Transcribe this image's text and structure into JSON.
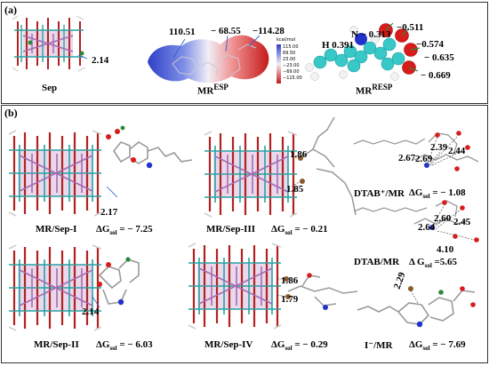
{
  "panel_a": {
    "label": "(a)",
    "sep": {
      "caption": "Sep",
      "distance": "2.14"
    },
    "esp": {
      "caption": "MR",
      "caption_sup": "ESP",
      "values": [
        "110.51",
        "− 68.55",
        "−114.28"
      ],
      "legend_unit": "kcal/mol",
      "legend_values": [
        "115.00",
        "69.50",
        "23.00",
        "−23.00",
        "−69.00",
        "−115.00"
      ]
    },
    "resp": {
      "caption": "MR",
      "caption_sup": "RESP",
      "charges": {
        "n": "N − 0.313",
        "h": "H 0.391",
        "o1": "−0.511",
        "o2": "−0.574",
        "o3": "− 0.635",
        "o4": "− 0.669"
      }
    }
  },
  "panel_b": {
    "label": "(b)",
    "systems": [
      {
        "id": "mr-sep-i",
        "name": "MR/Sep-I",
        "dg_label": "ΔG",
        "dg_sub": "sol",
        "dg_value": " = − 7.25",
        "distances": [
          "2.17"
        ]
      },
      {
        "id": "mr-sep-iii",
        "name": "MR/Sep-III",
        "dg_label": "ΔG",
        "dg_sub": "sol",
        "dg_value": " = − 0.21",
        "distances": [
          "1.86",
          "1.85"
        ]
      },
      {
        "id": "dtab-plus-mr",
        "name": "DTAB⁺/MR",
        "dg_label": "ΔG",
        "dg_sub": "sol",
        "dg_value": " = − 1.08",
        "distances": [
          "2.67",
          "2.69",
          "2.39",
          "2.44"
        ]
      },
      {
        "id": "dtab-mr",
        "name": "DTAB/MR",
        "dg_label": "Δ G",
        "dg_sub": "sol",
        "dg_value": " =5.65",
        "distances": [
          "2.64",
          "2.60",
          "2.45",
          "4.10"
        ]
      },
      {
        "id": "mr-sep-ii",
        "name": "MR/Sep-II",
        "dg_label": "ΔG",
        "dg_sub": "sol",
        "dg_value": " = − 6.03",
        "distances": [
          "2.14"
        ]
      },
      {
        "id": "mr-sep-iv",
        "name": "MR/Sep-IV",
        "dg_label": "ΔG",
        "dg_sub": "sol",
        "dg_value": " = − 0.29",
        "distances": [
          "1.86",
          "1.79"
        ]
      },
      {
        "id": "i-minus-mr",
        "name": "I⁻/MR",
        "dg_label": "ΔG",
        "dg_sub": "sol",
        "dg_value": " = − 7.69",
        "distances": [
          "2.29"
        ]
      }
    ]
  }
}
